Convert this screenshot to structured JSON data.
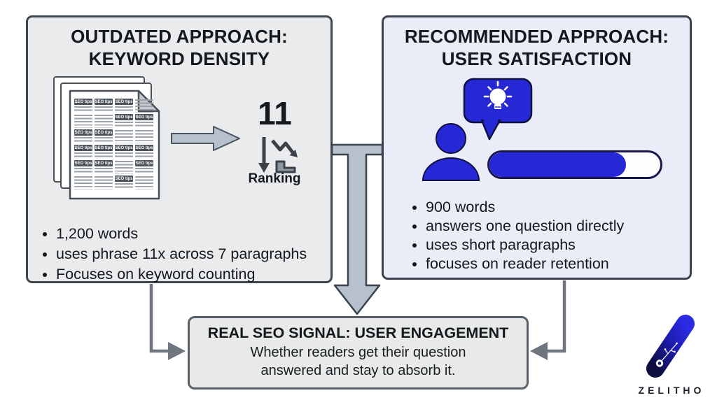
{
  "infographic": {
    "left_panel": {
      "title_line1": "OUTDATED APPROACH:",
      "title_line2": "KEYWORD DENSITY",
      "document_tag": "SEO tips",
      "ranking_value": "11",
      "ranking_label": "Ranking",
      "bullets": [
        "1,200 words",
        "uses phrase 11x across 7 paragraphs",
        "Focuses on keyword counting"
      ]
    },
    "right_panel": {
      "title_line1": "RECOMMENDED APPROACH:",
      "title_line2": "USER SATISFACTION",
      "bullets": [
        "900 words",
        "answers one question directly",
        "uses short paragraphs",
        "focuses on reader retention"
      ],
      "progress_fill": "80%"
    },
    "bottom_box": {
      "title": "REAL SEO SIGNAL: USER ENGAGEMENT",
      "subtitle_line1": "Whether readers get their question",
      "subtitle_line2": "answered and stay to absorb it."
    },
    "logo": {
      "brand": "ZELITHO"
    },
    "icons": {
      "documents": "stacked-seo-pages-icon",
      "flow_arrow": "block-arrow-icon",
      "ranking_trend": "declining-rank-icon",
      "user": "person-icon",
      "idea": "speech-bubble-lightbulb-icon",
      "satisfaction": "progress-bar",
      "brand_mark": "zelitho-z-logo"
    },
    "colors": {
      "accent_blue": "#2628d6",
      "navy_outline": "#141450",
      "connector_gray": "#6f7680",
      "connector_fill": "#b7c1cd",
      "left_panel_bg": "#e9ebec",
      "right_panel_bg": "#eaecf7",
      "bottom_box_bg": "#e8eaea",
      "tag_bg": "#4b525a"
    }
  }
}
